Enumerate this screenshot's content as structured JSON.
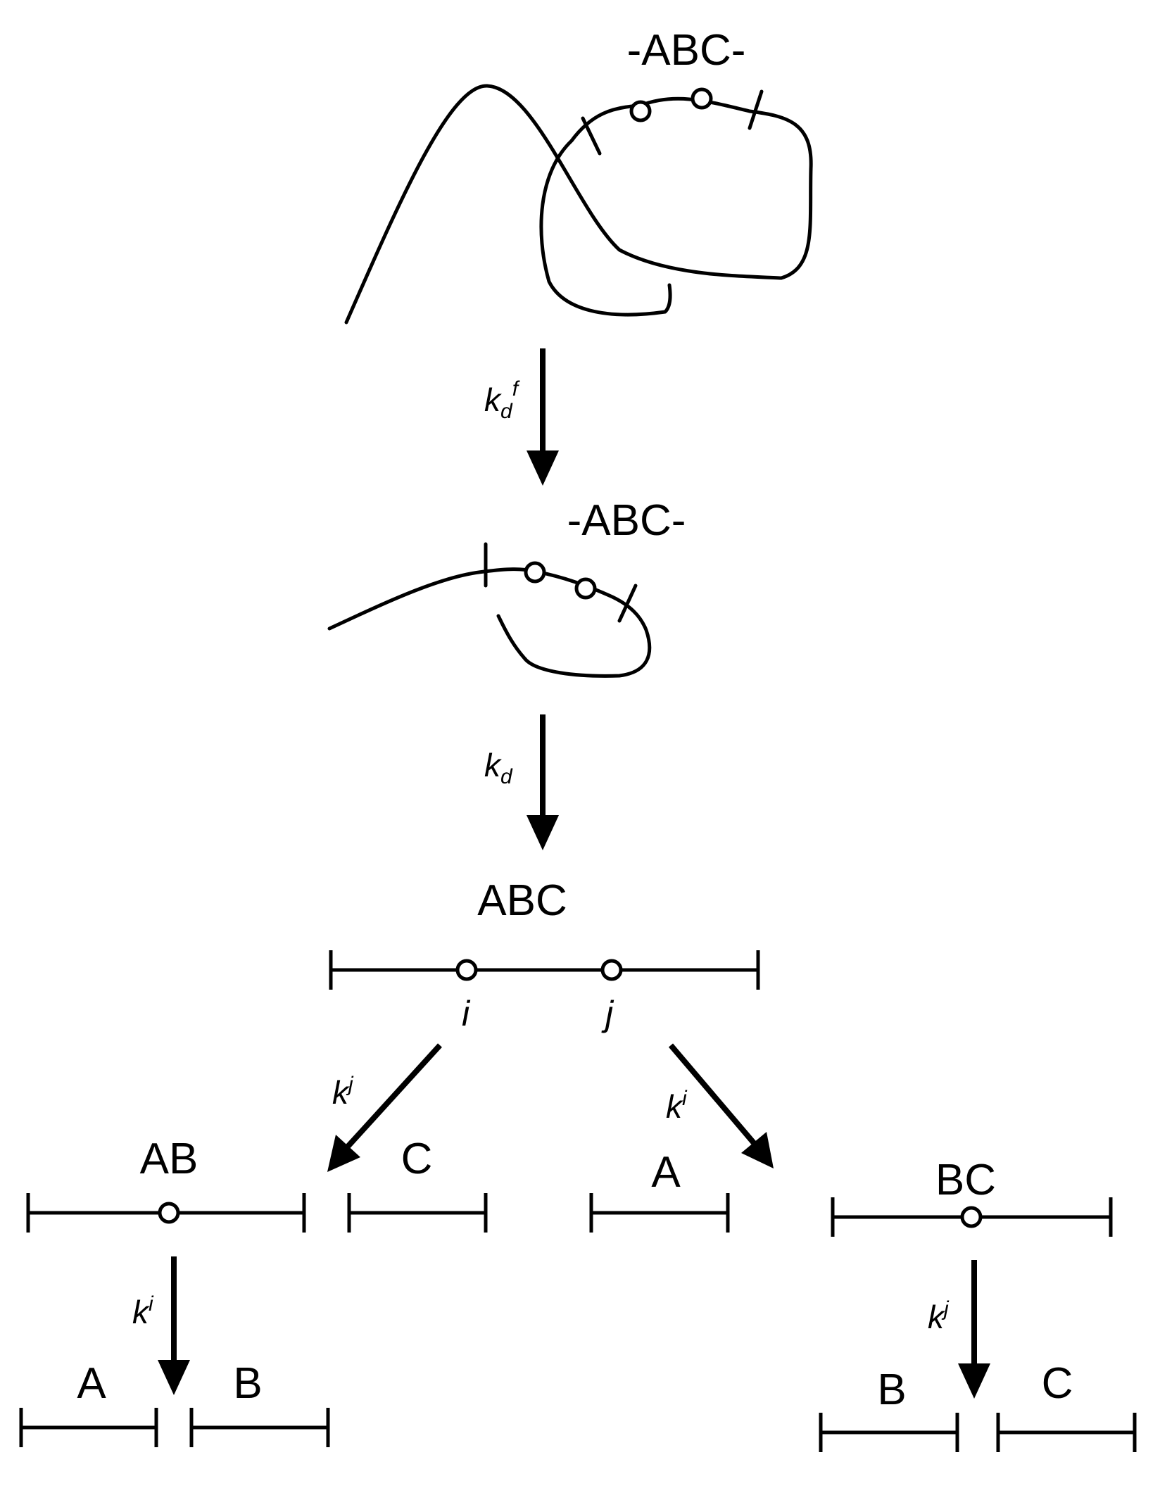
{
  "molecule_top": {
    "label": "-ABC-"
  },
  "molecule_middle": {
    "label": "-ABC-"
  },
  "step1": {
    "rate_k": "k",
    "rate_sub": "d",
    "rate_sup": "f"
  },
  "step2": {
    "rate_k": "k",
    "rate_sub": "d"
  },
  "intact": {
    "label": "ABC",
    "site_i": "i",
    "site_j": "j"
  },
  "left_branch": {
    "rate_k": "k",
    "rate_sup": "j",
    "fragment_label": "AB",
    "other_label": "C",
    "cleave_rate_k": "k",
    "cleave_rate_sup": "i",
    "product_1": "A",
    "product_2": "B"
  },
  "right_branch": {
    "rate_k": "k",
    "rate_sup": "i",
    "other_label": "A",
    "fragment_label": "BC",
    "cleave_rate_k": "k",
    "cleave_rate_sup": "j",
    "product_1": "B",
    "product_2": "C"
  }
}
